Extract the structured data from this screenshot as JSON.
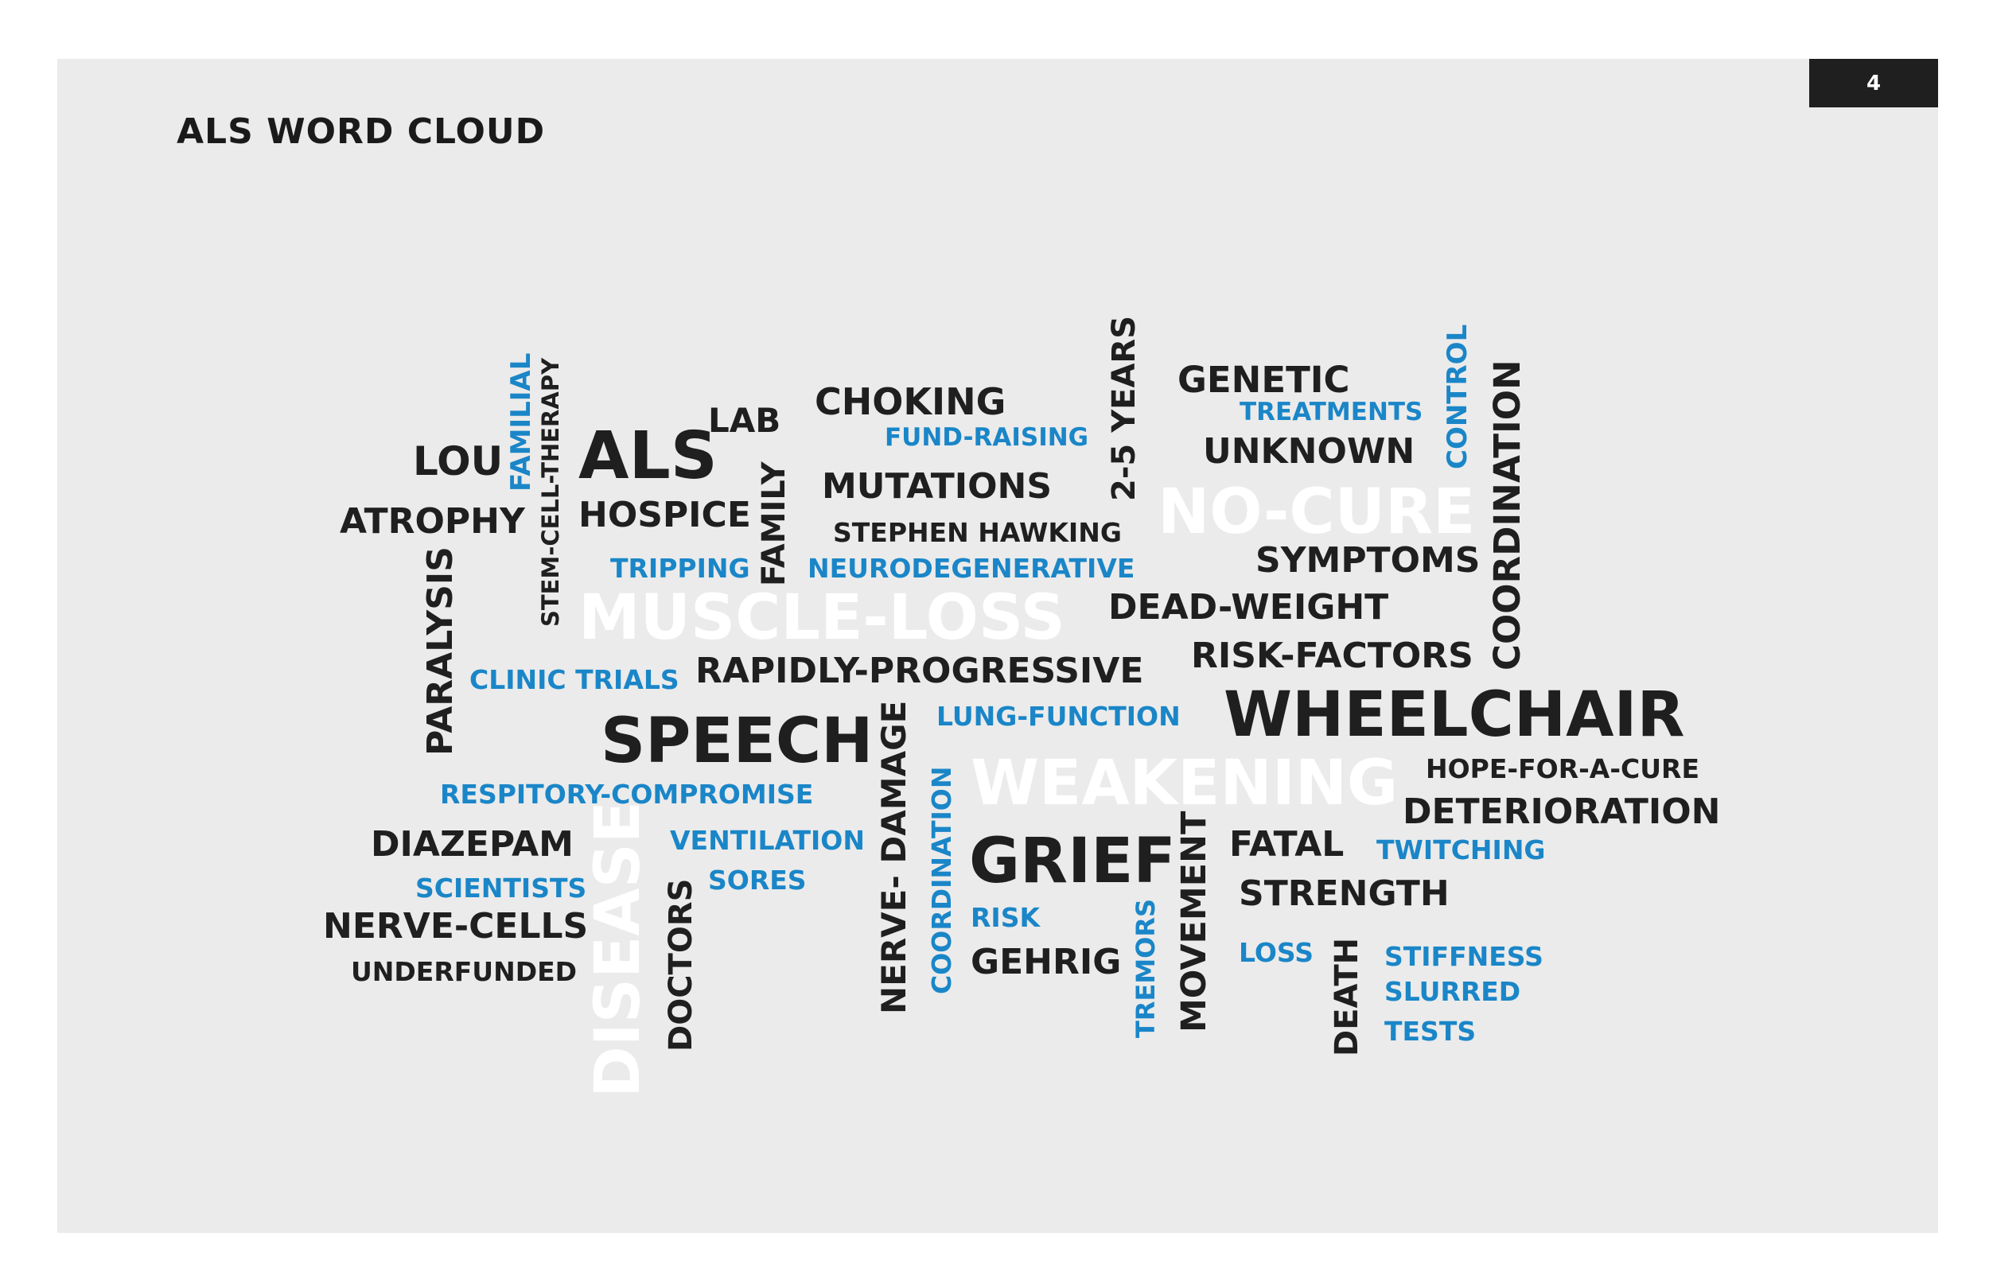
{
  "page": {
    "title": "ALS WORD CLOUD",
    "number": "4"
  },
  "colors": {
    "dark": "#1f1f1f",
    "blue": "#1a86c8",
    "white": "#ffffff",
    "background": "#ebebeb",
    "badge": "#1f1f1f"
  },
  "words": {
    "lou": "LOU",
    "familial": "FAMILIAL",
    "stem_cell_therapy": "STEM-CELL-THERAPY",
    "als": "ALS",
    "lab": "LAB",
    "choking": "CHOKING",
    "fund_raising": "FUND-RAISING",
    "mutations": "MUTATIONS",
    "two_five_years": "2-5 YEARS",
    "genetic": "GENETIC",
    "treatments": "TREATMENTS",
    "unknown": "UNKNOWN",
    "control": "CONTROL",
    "coordination_right": "COORDINATION",
    "atrophy": "ATROPHY",
    "hospice": "HOSPICE",
    "family": "FAMILY",
    "stephen_hawking": "STEPHEN HAWKING",
    "no_cure": "NO-CURE",
    "tripping": "TRIPPING",
    "neurodegenerative": "NEURODEGENERATIVE",
    "symptoms": "SYMPTOMS",
    "paralysis": "PARALYSIS",
    "muscle_loss": "MUSCLE-LOSS",
    "dead_weight": "DEAD-WEIGHT",
    "clinic_trials": "CLINIC TRIALS",
    "rapidly_progressive": "RAPIDLY-PROGRESSIVE",
    "risk_factors": "RISK-FACTORS",
    "speech": "SPEECH",
    "nerve_damage": "NERVE- DAMAGE",
    "lung_function": "LUNG-FUNCTION",
    "wheelchair": "WHEELCHAIR",
    "respitory_compromise": "RESPITORY-COMPROMISE",
    "coordination_mid": "COORDINATION",
    "weakening": "WEAKENING",
    "hope_for_a_cure": "HOPE-FOR-A-CURE",
    "deterioration": "DETERIORATION",
    "diazepam": "DIAZEPAM",
    "disease": "DISEASE",
    "ventilation": "VENTILATION",
    "grief": "GRIEF",
    "movement": "MOVEMENT",
    "fatal": "FATAL",
    "twitching": "TWITCHING",
    "scientists": "SCIENTISTS",
    "sores": "SORES",
    "strength": "STRENGTH",
    "nerve_cells": "NERVE-CELLS",
    "doctors": "DOCTORS",
    "risk": "RISK",
    "tremors": "TREMORS",
    "loss": "LOSS",
    "death": "DEATH",
    "stiffness": "STIFFNESS",
    "underfunded": "UNDERFUNDED",
    "gehrig": "GEHRIG",
    "slurred": "SLURRED",
    "tests": "TESTS"
  }
}
